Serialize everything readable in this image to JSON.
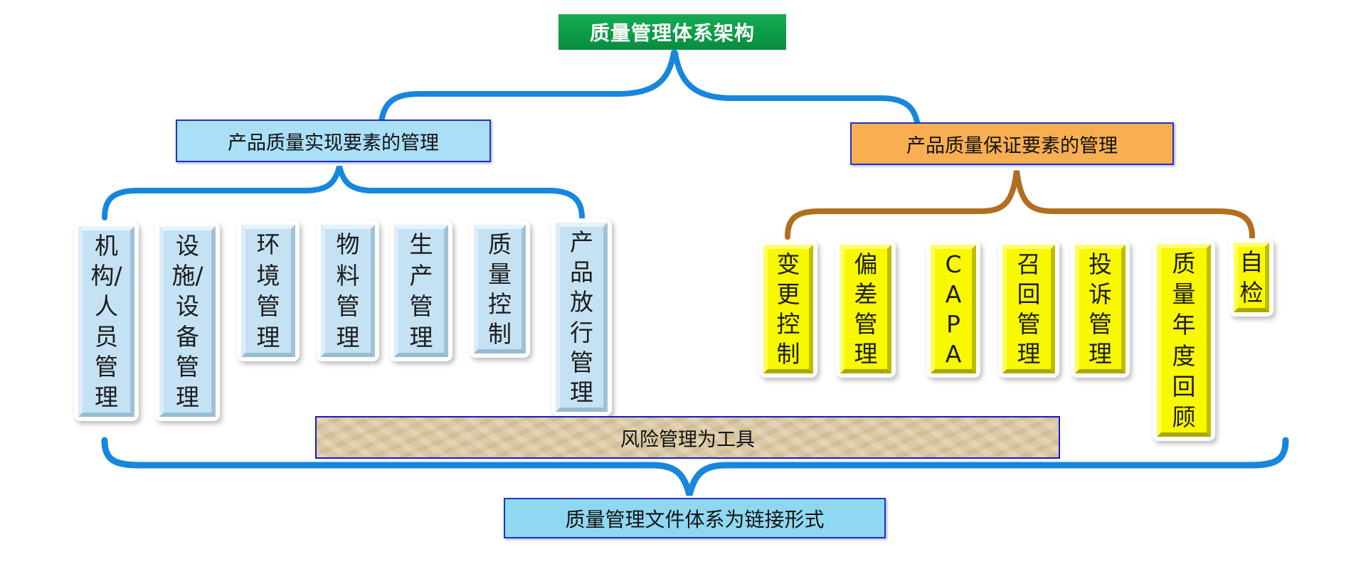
{
  "title": {
    "label": "质量管理体系架构"
  },
  "left_branch": {
    "header": "产品质量实现要素的管理",
    "items": [
      {
        "label": "机构/人员管理",
        "lines": [
          "机",
          "构/",
          "人",
          "员",
          "管",
          "理"
        ]
      },
      {
        "label": "设施/设备管理",
        "lines": [
          "设",
          "施/",
          "设",
          "备",
          "管",
          "理"
        ]
      },
      {
        "label": "环境管理",
        "lines": [
          "环",
          "境",
          "管",
          "理"
        ]
      },
      {
        "label": "物料管理",
        "lines": [
          "物",
          "料",
          "管",
          "理"
        ]
      },
      {
        "label": "生产管理",
        "lines": [
          "生",
          "产",
          "管",
          "理"
        ]
      },
      {
        "label": "质量控制",
        "lines": [
          "质",
          "量",
          "控",
          "制"
        ]
      },
      {
        "label": "产品放行管理",
        "lines": [
          "产",
          "品",
          "放",
          "行",
          "管",
          "理"
        ]
      }
    ]
  },
  "right_branch": {
    "header": "产品质量保证要素的管理",
    "items": [
      {
        "label": "变更控制",
        "lines": [
          "变",
          "更",
          "控",
          "制"
        ]
      },
      {
        "label": "偏差管理",
        "lines": [
          "偏",
          "差",
          "管",
          "理"
        ]
      },
      {
        "label": "CAPA",
        "lines": [
          "C",
          "A",
          "P",
          "A"
        ]
      },
      {
        "label": "召回管理",
        "lines": [
          "召",
          "回",
          "管",
          "理"
        ]
      },
      {
        "label": "投诉管理",
        "lines": [
          "投",
          "诉",
          "管",
          "理"
        ]
      },
      {
        "label": "质量年度回顾",
        "lines": [
          "质",
          "量",
          "年",
          "度",
          "回",
          "顾"
        ]
      },
      {
        "label": "自检",
        "lines": [
          "自",
          "检"
        ]
      }
    ]
  },
  "footer": {
    "risk_tool": "风险管理为工具",
    "document_system": "质量管理文件体系为链接形式"
  },
  "colors": {
    "title-green": "#0D9C48",
    "blue-line": "#1687DC",
    "orange-line": "#B26E1E",
    "header-left-bg": "#A9DFF7",
    "header-right-bg": "#F8AF52",
    "node-border-blue": "#2233C4",
    "vbox-blue": "#C5E2F4",
    "vbox-yellow": "#F8F800",
    "risk-bg": "#DBC9A4",
    "bottom-bg": "#8FD8F2"
  }
}
